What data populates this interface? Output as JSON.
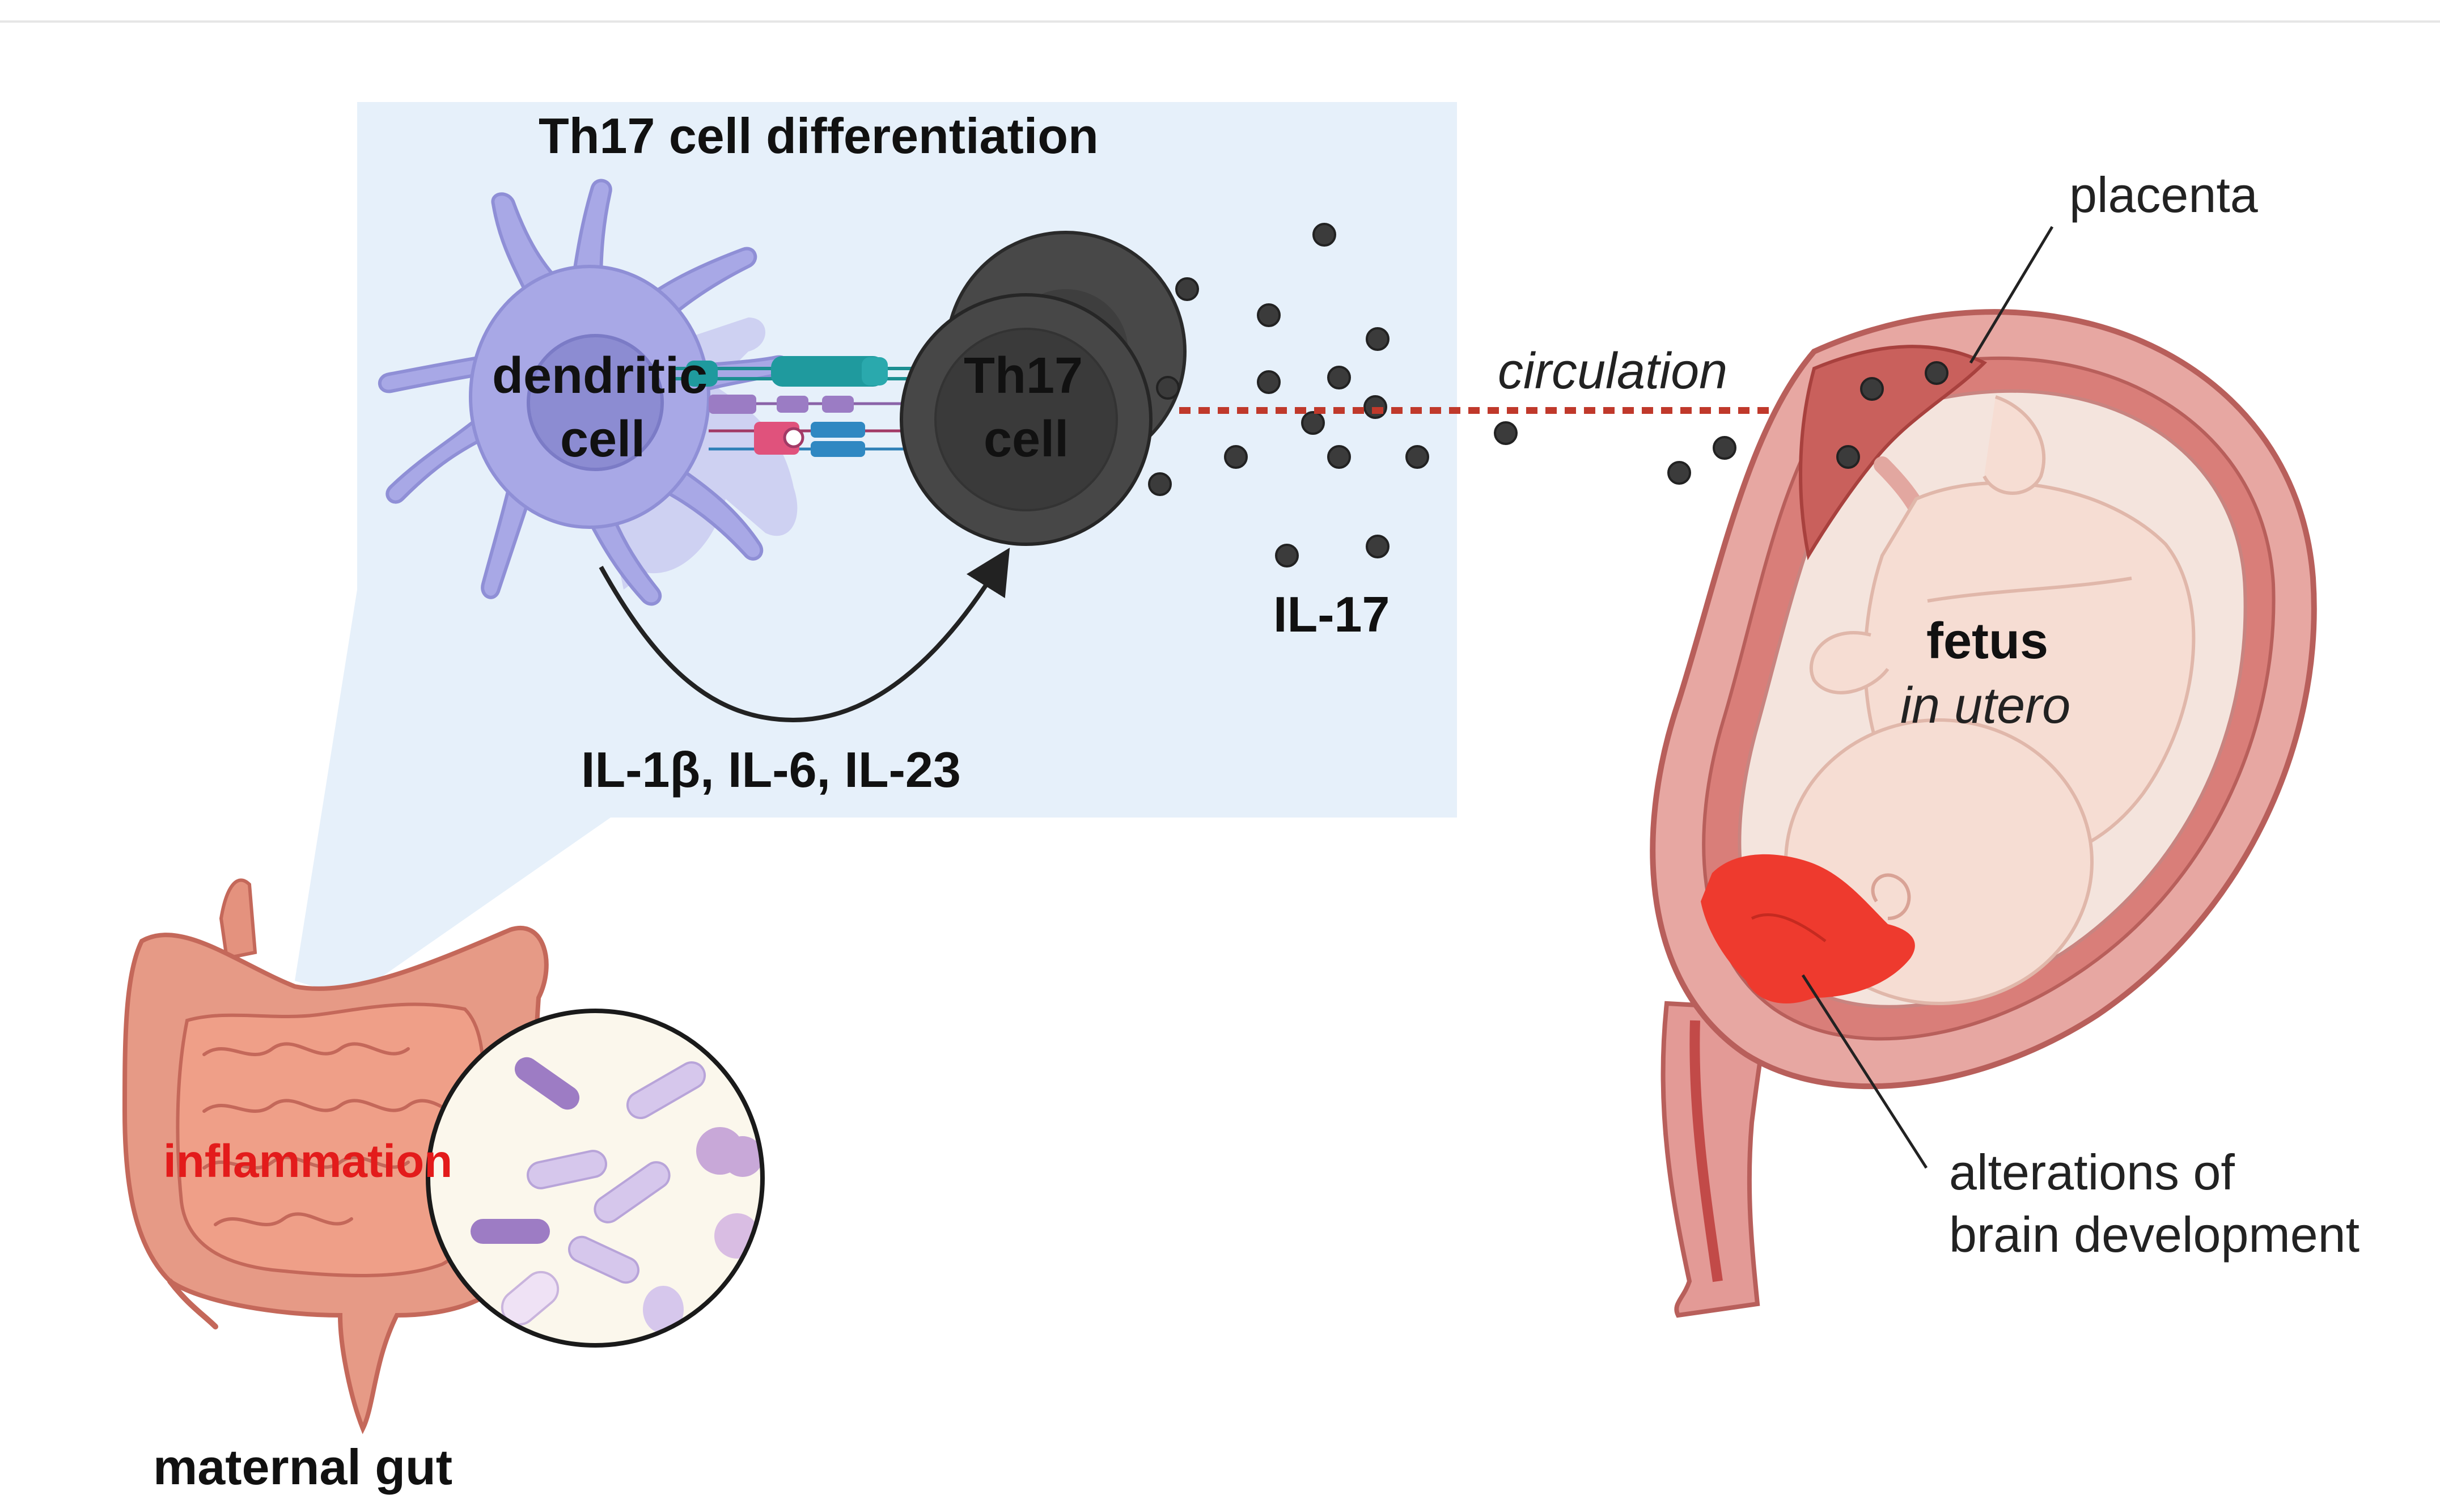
{
  "diagram": {
    "panel_title": "Th17 cell differentiation",
    "dendritic_cell": {
      "line1": "dendritic",
      "line2": "cell"
    },
    "th17_cell": {
      "line1": "Th17",
      "line2": "cell"
    },
    "cytokines_label": "IL-1β, IL-6, IL-23",
    "il17_label": "IL-17",
    "circulation_label": "circulation",
    "placenta_label": "placenta",
    "fetus": {
      "line1": "fetus",
      "line2": "in utero"
    },
    "brain_label": {
      "line1": "alterations of",
      "line2": "brain development"
    },
    "inflammation_label": "inflammation",
    "gut_label": "maternal gut"
  },
  "colors": {
    "panel_bg": "#e6f0fa",
    "dendritic": "#a8a8e6",
    "th17": "#3c3c3c",
    "inflammation": "#e31b1b",
    "circulation_arrow": "#c0392b",
    "uterus": "#e39a96",
    "fetus_skin": "#f6ddd3",
    "brain": "#ee3a2e"
  }
}
